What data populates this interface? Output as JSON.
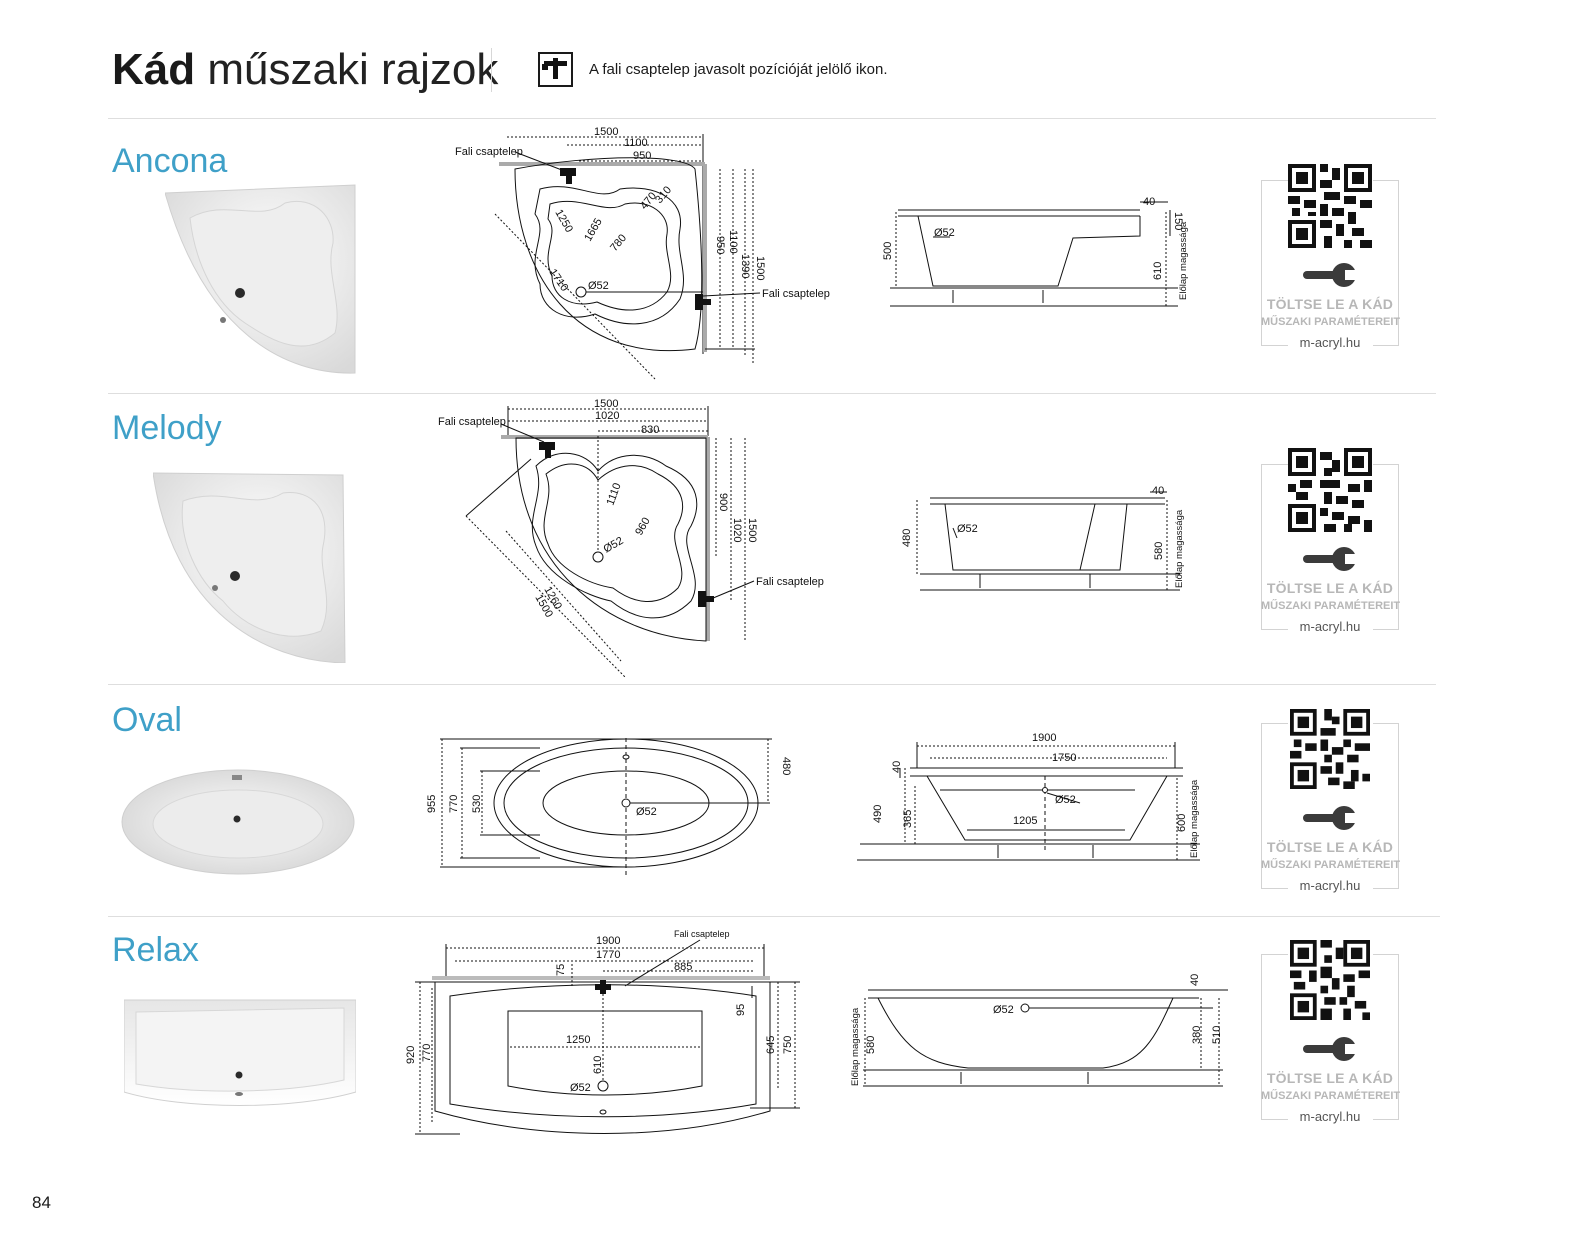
{
  "header": {
    "title_bold": "Kád",
    "title_light": "műszaki rajzok",
    "legend_icon": "wall-faucet-icon",
    "legend_text": "A fali csaptelep javasolt pozícióját jelölő ikon."
  },
  "qr_card": {
    "line1": "TÖLTSE LE A KÁD",
    "line2": "MŰSZAKI PARAMÉTEREIT",
    "url": "m-acryl.hu"
  },
  "colors": {
    "model_name": "#3fa0c8",
    "card_text": "#b7b7b7"
  },
  "models": [
    {
      "name": "Ancona",
      "top_labels": {
        "faucet_a": "Fali csaptelep",
        "faucet_b": "Fali csaptelep",
        "d1500": "1500",
        "d1100": "1100",
        "d950": "950",
        "d1250": "1250",
        "d1665": "1665",
        "d470": "470",
        "d310": "310",
        "d780": "780",
        "d1710": "1710",
        "d52": "Ø52",
        "v950": "950",
        "v1100": "1100",
        "v1390": "1390",
        "v1500": "1500"
      },
      "side_labels": {
        "d40": "40",
        "d150": "150",
        "d500": "500",
        "d610": "610",
        "d52": "Ø52",
        "front": "Előlap magassága"
      }
    },
    {
      "name": "Melody",
      "top_labels": {
        "faucet_a": "Fali csaptelep",
        "faucet_b": "Fali csaptelep",
        "d1500": "1500",
        "d1020": "1020",
        "d830": "830",
        "d1110": "1110",
        "d960": "960",
        "d52": "Ø52",
        "d1260": "1260",
        "d1500b": "1500",
        "v900": "900",
        "v1020": "1020",
        "v1500": "1500"
      },
      "side_labels": {
        "d40": "40",
        "d480": "480",
        "d580": "580",
        "d52": "Ø52",
        "front": "Előlap magassága"
      }
    },
    {
      "name": "Oval",
      "top_labels": {
        "d955": "955",
        "d770": "770",
        "d530": "530",
        "d480": "480",
        "d52": "Ø52"
      },
      "side_labels": {
        "d1900": "1900",
        "d1750": "1750",
        "d40": "40",
        "d490": "490",
        "d365": "365",
        "d1205": "1205",
        "d52": "Ø52",
        "d600": "600",
        "front": "Előlap magassága"
      }
    },
    {
      "name": "Relax",
      "top_labels": {
        "faucet": "Fali csaptelep",
        "d1900": "1900",
        "d1770": "1770",
        "d885": "885",
        "d75": "75",
        "d95": "95",
        "d1250": "1250",
        "d610": "610",
        "d52": "Ø52",
        "d920": "920",
        "d770": "770",
        "d645": "645",
        "d750": "750"
      },
      "side_labels": {
        "d40": "40",
        "d52": "Ø52",
        "d380": "380",
        "d510": "510",
        "d580": "580",
        "front": "Előlap magassága"
      }
    }
  ],
  "page_number": "84"
}
